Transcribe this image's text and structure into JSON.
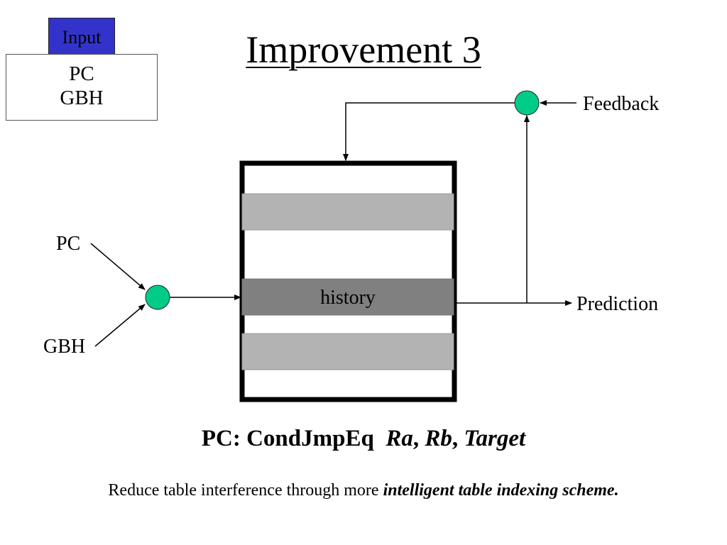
{
  "input_tag": "Input",
  "input_box": {
    "line1": "PC",
    "line2": "GBH"
  },
  "title": "Improvement 3",
  "diagram": {
    "pc_label": "PC",
    "gbh_label": "GBH",
    "history_label": "history",
    "prediction_label": "Prediction",
    "feedback_label": "Feedback"
  },
  "instruction": {
    "prefix": "PC: CondJmpEq",
    "ra": "Ra",
    "sep1": ", ",
    "rb": "Rb",
    "sep2": ", ",
    "target": "Target"
  },
  "footer": {
    "plain": "Reduce table interference through more ",
    "emphasis": "intelligent table indexing scheme."
  },
  "colors": {
    "input_tag_bg": "#3333cc",
    "node_fill": "#00cc88",
    "row_light": "#b3b3b3",
    "row_dark": "#808080"
  }
}
